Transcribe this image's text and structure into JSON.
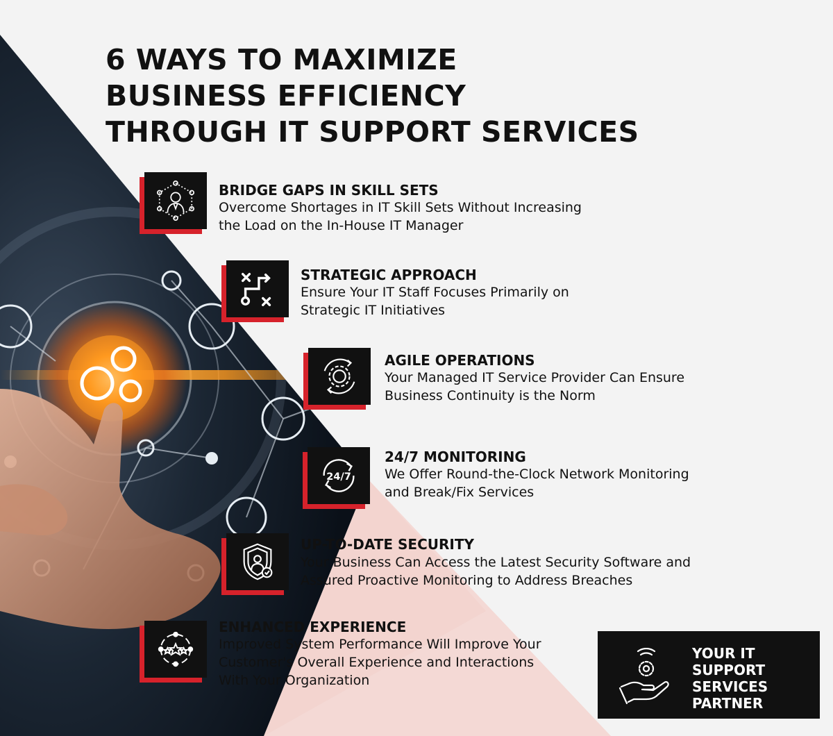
{
  "title_lines": [
    "6 WAYS TO MAXIMIZE",
    "BUSINESS EFFICIENCY",
    "THROUGH IT SUPPORT SERVICES"
  ],
  "items": [
    {
      "icon": "person-network-icon",
      "title": "BRIDGE GAPS IN SKILL SETS",
      "lines": [
        "Overcome Shortages in IT Skill Sets Without Increasing",
        "the Load on the In-House IT Manager"
      ]
    },
    {
      "icon": "strategy-icon",
      "title": "STRATEGIC APPROACH",
      "lines": [
        "Ensure Your IT Staff Focuses Primarily on",
        "Strategic IT Initiatives"
      ]
    },
    {
      "icon": "gear-cycle-icon",
      "title": "AGILE OPERATIONS",
      "lines": [
        "Your Managed IT Service Provider Can Ensure",
        "Business Continuity is the Norm"
      ]
    },
    {
      "icon": "clock-24-7-icon",
      "title": " 24/7 MONITORING",
      "lines": [
        "We Offer Round-the-Clock Network Monitoring",
        "and Break/Fix Services"
      ]
    },
    {
      "icon": "security-shield-icon",
      "title": "UP-TO-DATE SECURITY",
      "lines": [
        "Your Business Can Access the Latest Security Software and",
        "Assured Proactive Monitoring to Address Breaches"
      ]
    },
    {
      "icon": "stars-cycle-icon",
      "title": "ENHANCED EXPERIENCE",
      "lines": [
        "Improved System Performance Will Improve Your",
        "Customer's Overall Experience and Interactions",
        "With Your Organization"
      ]
    }
  ],
  "partner": {
    "icon": "hand-gear-icon",
    "lines": [
      "YOUR IT",
      "SUPPORT",
      "SERVICES",
      "PARTNER"
    ]
  },
  "colors": {
    "accent": "#d6222b",
    "dark": "#111111",
    "background": "#f3f3f3",
    "pink_triangle": "#f4d9d5",
    "glow": "#ff8a1a"
  }
}
